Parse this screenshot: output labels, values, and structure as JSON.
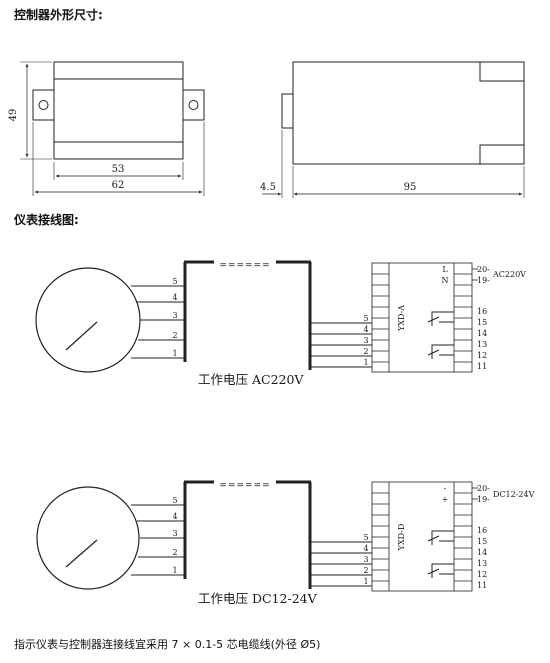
{
  "headings": {
    "dimensions": "控制器外形尺寸:",
    "wiring": "仪表接线图:"
  },
  "dimensions": {
    "height": "49",
    "hole_spacing": "53",
    "base_width": "62",
    "knob": "4.5",
    "depth": "95"
  },
  "wiring_a": {
    "meter_pins": [
      "5",
      "4",
      "3",
      "2",
      "1"
    ],
    "cable_gap": "======",
    "controller_model": "YXD-A",
    "controller_pins": [
      "5",
      "4",
      "3",
      "2",
      "1"
    ],
    "power_inputs": [
      "L",
      "N"
    ],
    "terminals": [
      "20-",
      "19-",
      "16",
      "15",
      "14",
      "13",
      "12",
      "11"
    ],
    "supply": "AC220V",
    "caption": "工作电压 AC220V"
  },
  "wiring_d": {
    "meter_pins": [
      "5",
      "4",
      "3",
      "2",
      "1"
    ],
    "cable_gap": "======",
    "controller_model": "YXD-D",
    "controller_pins": [
      "5",
      "4",
      "3",
      "2",
      "1"
    ],
    "power_inputs": [
      "-",
      "+"
    ],
    "terminals": [
      "20-",
      "19-",
      "16",
      "15",
      "14",
      "13",
      "12",
      "11"
    ],
    "supply": "DC12-24V",
    "caption": "工作电压 DC12-24V"
  },
  "footer": "指示仪表与控制器连接线宜采用 7 × 0.1-5 芯电缆线(外径 Ø5)"
}
